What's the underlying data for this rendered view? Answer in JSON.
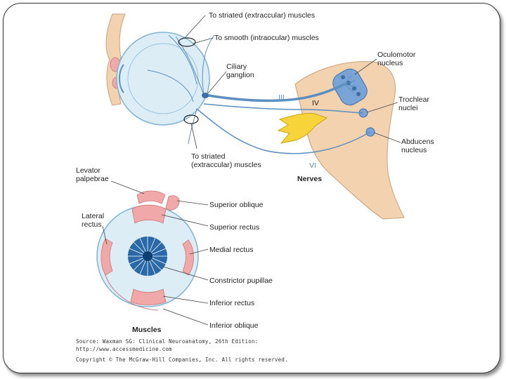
{
  "nerves_panel": {
    "labels": {
      "striated_top": "To striated (extraccular) muscles",
      "smooth": "To smooth (intraocular) muscles",
      "ciliary_1": "Ciliary",
      "ciliary_2": "ganglion",
      "oculomotor_1": "Oculomotor",
      "oculomotor_2": "nucleus",
      "trochlear_1": "Trochlear",
      "trochlear_2": "nuclei",
      "abducens_1": "Abducens",
      "abducens_2": "nucleus",
      "striated_bottom_1": "To striated",
      "striated_bottom_2": "(extraccular) muscles",
      "nerve_iii": "III",
      "nerve_iv": "IV",
      "nerve_vi": "VI",
      "caption": "Nerves"
    }
  },
  "muscles_panel": {
    "labels": {
      "levator_1": "Levator",
      "levator_2": "palpebrae",
      "lateral_1": "Lateral",
      "lateral_2": "rectus",
      "superior_oblique": "Superior oblique",
      "superior_rectus": "Superior rectus",
      "medial_rectus": "Medial rectus",
      "constrictor": "Constrictor pupillae",
      "inferior_rectus": "Inferior rectus",
      "inferior_oblique": "Inferior oblique",
      "caption": "Muscles"
    }
  },
  "credits": {
    "line1": "Source: Waxman SG: Clinical Neuroanatomy, 26th Edition:",
    "line2": "http://www.accessmedicine.com",
    "line3": "Copyright © The McGraw-Hill Companies, Inc. All rights reserved."
  },
  "colors": {
    "eye_fill": "#dcedf6",
    "eye_stroke": "#7fb4d6",
    "nerve": "#5b8fc0",
    "brainstem": "#f3d2b0",
    "muscle": "#f0a8a8",
    "ganglion": "#f7d43a",
    "nucleus": "#7aa3d6"
  }
}
